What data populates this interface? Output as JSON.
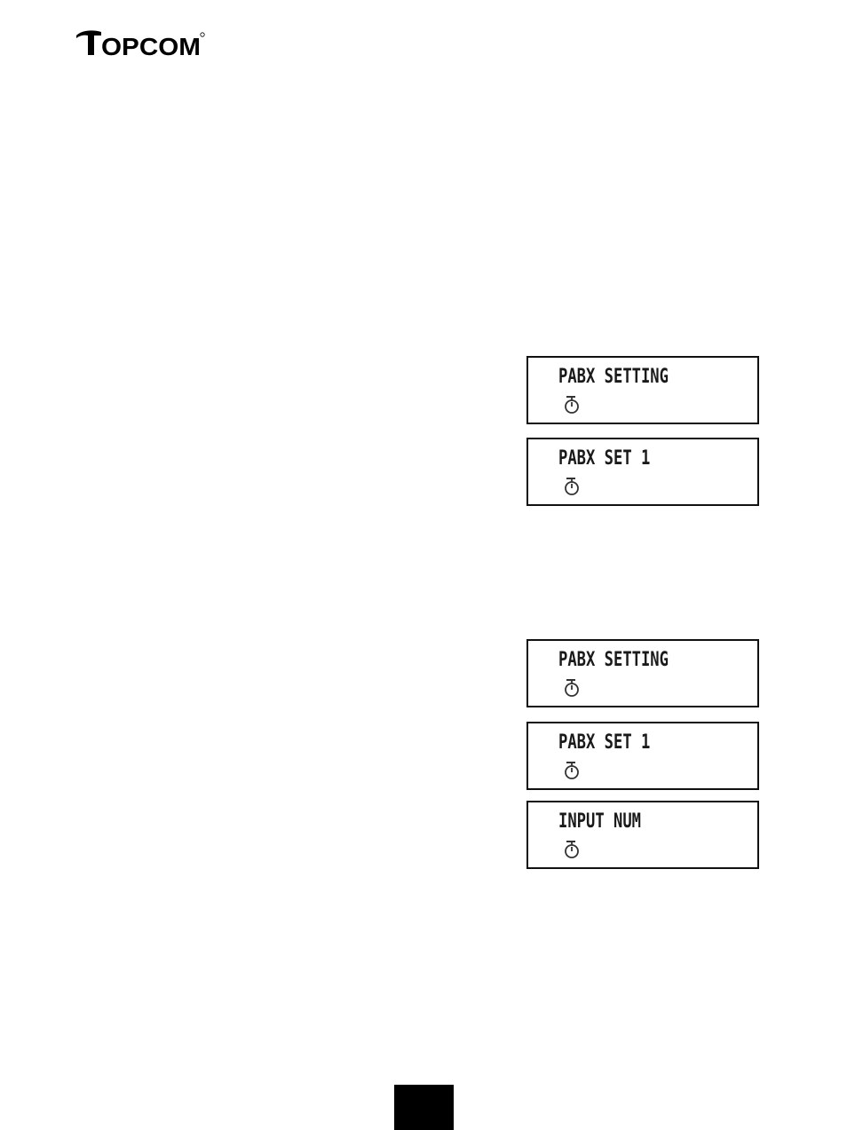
{
  "brand": {
    "logo_text": "TOPCOM",
    "color": "#000000"
  },
  "lcd_displays": [
    {
      "text": "PABX SETTING",
      "icon": "stopwatch-icon"
    },
    {
      "text": "PABX SET 1",
      "icon": "stopwatch-icon"
    },
    {
      "text": "PABX SETTING",
      "icon": "stopwatch-icon"
    },
    {
      "text": "PABX SET 1",
      "icon": "stopwatch-icon"
    },
    {
      "text": "INPUT NUM",
      "icon": "stopwatch-icon"
    }
  ],
  "colors": {
    "lcd_border": "#111111",
    "page_tab": "#000000"
  }
}
